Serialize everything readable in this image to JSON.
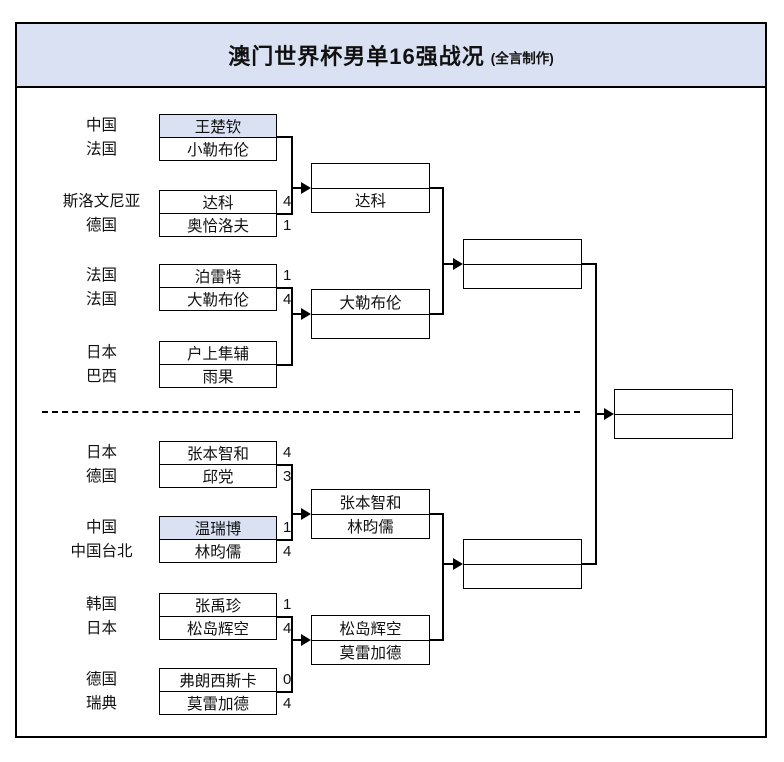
{
  "title": {
    "main": "澳门世界杯男单16强战况",
    "credit": "(全言制作)"
  },
  "colors": {
    "highlight_fill": "#d9e1f2",
    "line_color": "#000000"
  },
  "r16": [
    {
      "country": "中国",
      "player": "王楚钦",
      "score": "",
      "highlighted": true
    },
    {
      "country": "法国",
      "player": "小勒布伦",
      "score": "",
      "highlighted": false
    },
    {
      "country": "斯洛文尼亚",
      "player": "达科",
      "score": "4",
      "highlighted": false
    },
    {
      "country": "德国",
      "player": "奥恰洛夫",
      "score": "1",
      "highlighted": false
    },
    {
      "country": "法国",
      "player": "泊雷特",
      "score": "1",
      "highlighted": false
    },
    {
      "country": "法国",
      "player": "大勒布伦",
      "score": "4",
      "highlighted": false
    },
    {
      "country": "日本",
      "player": "户上隼辅",
      "score": "",
      "highlighted": false
    },
    {
      "country": "巴西",
      "player": "雨果",
      "score": "",
      "highlighted": false
    },
    {
      "country": "日本",
      "player": "张本智和",
      "score": "4",
      "highlighted": false
    },
    {
      "country": "德国",
      "player": "邱党",
      "score": "3",
      "highlighted": false
    },
    {
      "country": "中国",
      "player": "温瑞博",
      "score": "1",
      "highlighted": true
    },
    {
      "country": "中国台北",
      "player": "林昀儒",
      "score": "4",
      "highlighted": false
    },
    {
      "country": "韩国",
      "player": "张禹珍",
      "score": "1",
      "highlighted": false
    },
    {
      "country": "日本",
      "player": "松岛辉空",
      "score": "4",
      "highlighted": false
    },
    {
      "country": "德国",
      "player": "弗朗西斯卡",
      "score": "0",
      "highlighted": false
    },
    {
      "country": "瑞典",
      "player": "莫雷加德",
      "score": "4",
      "highlighted": false
    }
  ],
  "quarterfinals": [
    {
      "top": "",
      "bottom": "达科"
    },
    {
      "top": "大勒布伦",
      "bottom": ""
    },
    {
      "top": "张本智和",
      "bottom": "林昀儒"
    },
    {
      "top": "松岛辉空",
      "bottom": "莫雷加德"
    }
  ],
  "semifinals": [
    {
      "top": "",
      "bottom": ""
    },
    {
      "top": "",
      "bottom": ""
    }
  ],
  "final": {
    "top": "",
    "bottom": ""
  }
}
